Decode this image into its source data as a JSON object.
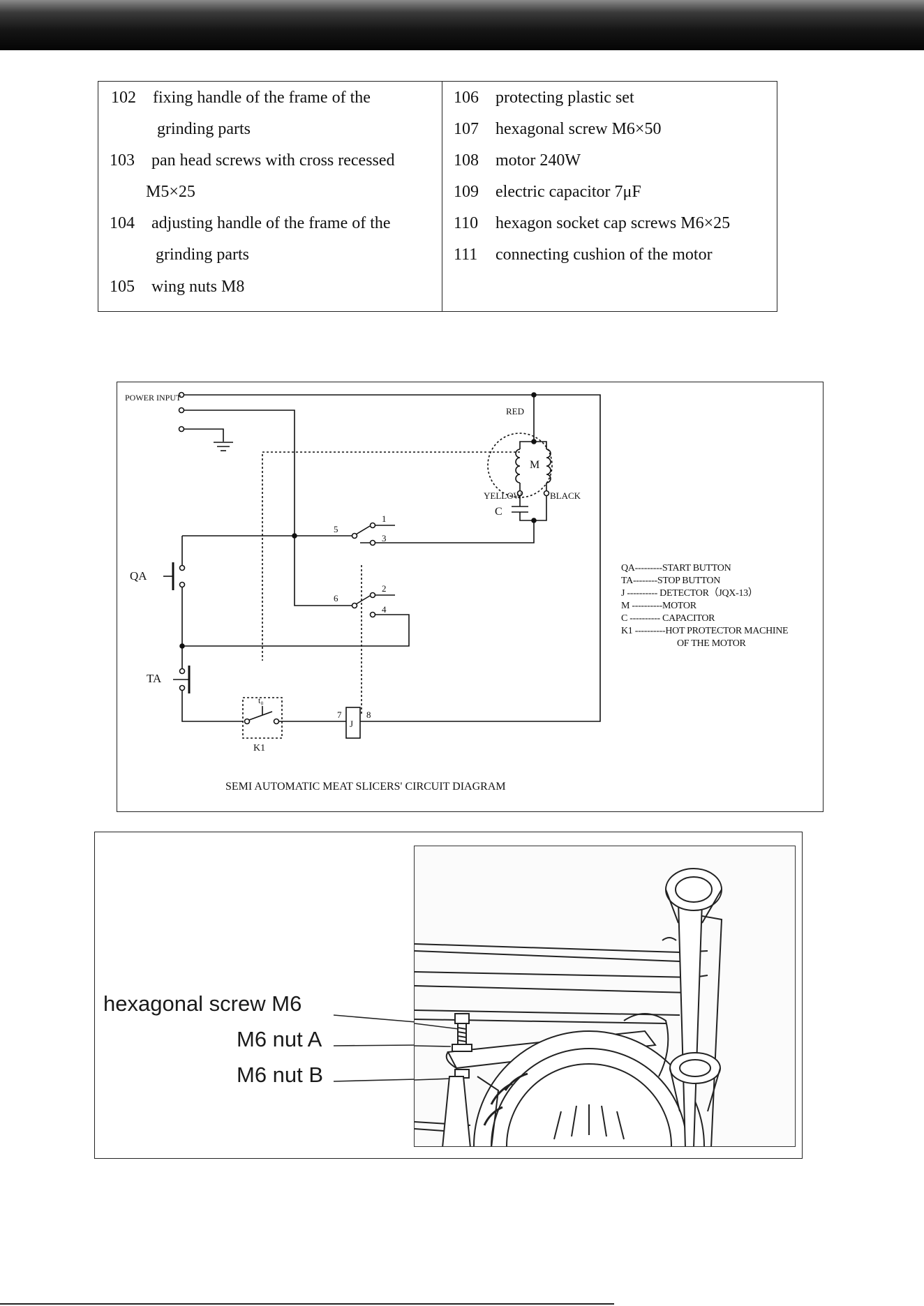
{
  "parts_left": [
    {
      "num": "102",
      "text": "fixing handle of the frame of the",
      "cont": "grinding parts"
    },
    {
      "num": "103",
      "text": "pan head screws with cross recessed",
      "cont": "M5×25"
    },
    {
      "num": "104",
      "text": "adjusting handle of the frame of the",
      "cont": "grinding parts"
    },
    {
      "num": "105",
      "text": "wing nuts M8",
      "cont": ""
    }
  ],
  "parts_right": [
    {
      "num": "106",
      "text": "protecting plastic set"
    },
    {
      "num": "107",
      "text": "hexagonal screw M6×50"
    },
    {
      "num": "108",
      "text": "motor 240W"
    },
    {
      "num": "109",
      "text": "electric capacitor 7μF"
    },
    {
      "num": "110",
      "text": "hexagon socket cap screws M6×25"
    },
    {
      "num": "111",
      "text": "connecting cushion of the motor"
    }
  ],
  "circuit": {
    "title": "SEMI AUTOMATIC MEAT SLICERS' CIRCUIT DIAGRAM",
    "power_input": "POWER INPUT",
    "wire_red": "RED",
    "wire_yellow": "YELLOW",
    "wire_black": "BLACK",
    "motor": "M",
    "capacitor": "C",
    "start_button": "QA",
    "stop_button": "TA",
    "detector": "J",
    "protector": "K1",
    "protector_temp": "t₀",
    "terminals": [
      "1",
      "2",
      "3",
      "4",
      "5",
      "6",
      "7",
      "8"
    ],
    "legend": [
      "QA---------START BUTTON",
      "TA--------STOP BUTTON",
      "J ---------- DETECTOR（JQX-13）",
      "M ----------MOTOR",
      "C ---------- CAPACITOR",
      "K1 ----------HOT PROTECTOR MACHINE",
      "OF THE MOTOR"
    ]
  },
  "adjustment": {
    "labels": [
      "hexagonal screw M6",
      "M6 nut A",
      "M6 nut B"
    ]
  }
}
